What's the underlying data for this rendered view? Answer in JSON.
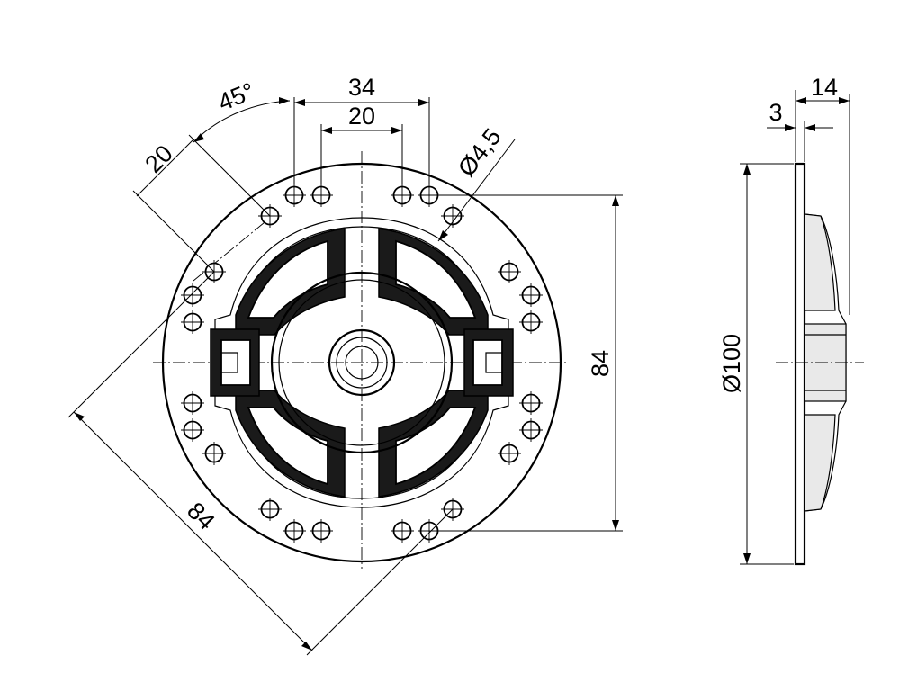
{
  "drawing": {
    "front_view": {
      "dim_hole_spacing_outer": "34",
      "dim_hole_spacing_inner": "20",
      "dim_angle": "45°",
      "dim_diagonal_offset": "20",
      "dim_hole_diameter": "Ø4,5",
      "dim_vertical_pitch": "84",
      "dim_diagonal_pitch": "84"
    },
    "side_view": {
      "dim_overall_depth": "14",
      "dim_flange_thickness": "3",
      "dim_outer_diameter": "Ø100"
    }
  }
}
